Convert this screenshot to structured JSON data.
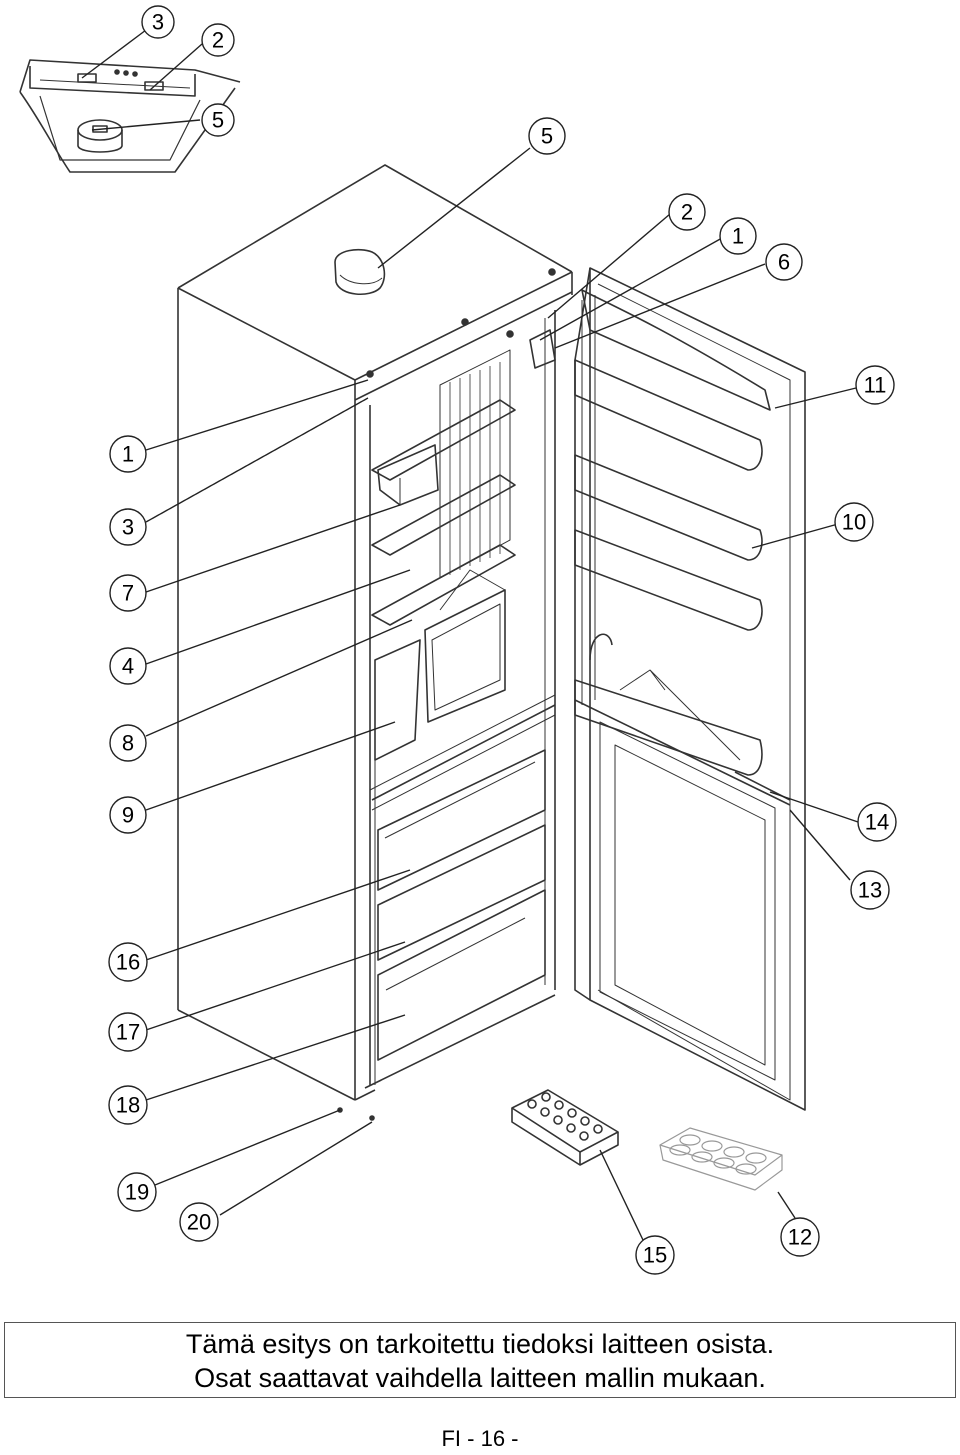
{
  "callouts": [
    {
      "id": "inset-3",
      "label": "3"
    },
    {
      "id": "inset-2",
      "label": "2"
    },
    {
      "id": "inset-5",
      "label": "5"
    },
    {
      "id": "c5",
      "label": "5"
    },
    {
      "id": "c2",
      "label": "2"
    },
    {
      "id": "c1r",
      "label": "1"
    },
    {
      "id": "c6",
      "label": "6"
    },
    {
      "id": "c11",
      "label": "11"
    },
    {
      "id": "c1",
      "label": "1"
    },
    {
      "id": "c3",
      "label": "3"
    },
    {
      "id": "c10",
      "label": "10"
    },
    {
      "id": "c7",
      "label": "7"
    },
    {
      "id": "c4",
      "label": "4"
    },
    {
      "id": "c8",
      "label": "8"
    },
    {
      "id": "c9",
      "label": "9"
    },
    {
      "id": "c14",
      "label": "14"
    },
    {
      "id": "c13",
      "label": "13"
    },
    {
      "id": "c16",
      "label": "16"
    },
    {
      "id": "c17",
      "label": "17"
    },
    {
      "id": "c18",
      "label": "18"
    },
    {
      "id": "c19",
      "label": "19"
    },
    {
      "id": "c20",
      "label": "20"
    },
    {
      "id": "c15",
      "label": "15"
    },
    {
      "id": "c12",
      "label": "12"
    }
  ],
  "caption": {
    "line1": "Tämä esitys on tarkoitettu tiedoksi laitteen osista.",
    "line2": "Osat saattavat vaihdella laitteen mallin mukaan."
  },
  "page_number": "FI - 16 -"
}
